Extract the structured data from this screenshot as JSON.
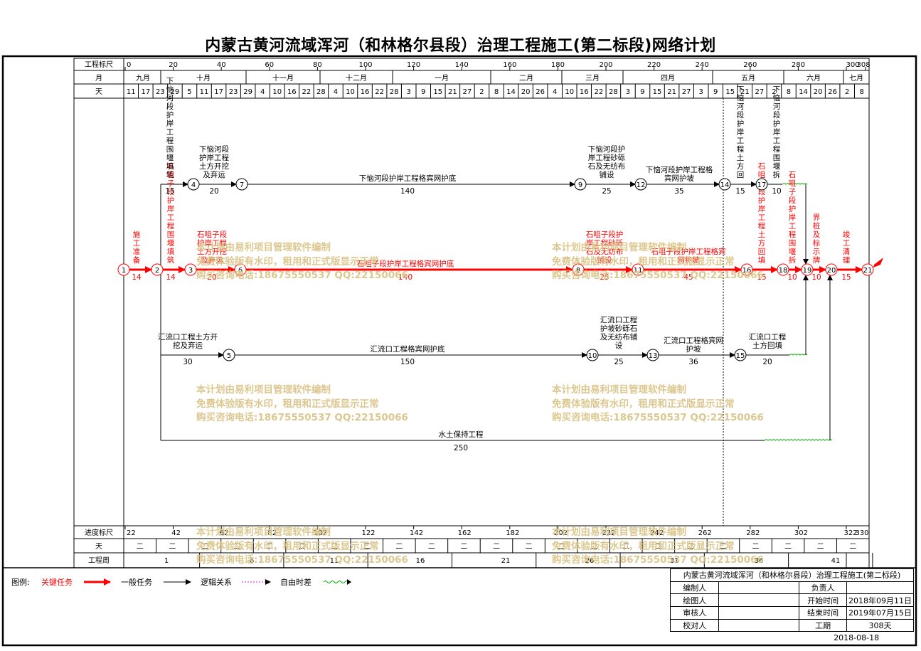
{
  "title": "内蒙古黄河流域浑河（和林格尔县段）治理工程施工(第二标段)网络计划",
  "labels": {
    "scale": "工程标尺",
    "month": "月",
    "day": "天",
    "progress": "进度标尺",
    "day2": "天",
    "week": "工程周"
  },
  "top_scale": [
    "0",
    "20",
    "40",
    "60",
    "80",
    "100",
    "120",
    "140",
    "160",
    "180",
    "200",
    "220",
    "240",
    "260",
    "280",
    "300",
    "308"
  ],
  "months": [
    "九月",
    "十月",
    "十一月",
    "十二月",
    "一月",
    "二月",
    "三月",
    "四月",
    "五月",
    "六月",
    "七月"
  ],
  "days": [
    "11",
    "17",
    "23",
    "29",
    "5",
    "11",
    "17",
    "23",
    "29",
    "4",
    "10",
    "16",
    "22",
    "28",
    "4",
    "10",
    "16",
    "22",
    "28",
    "3",
    "9",
    "15",
    "21",
    "27",
    "2",
    "8",
    "14",
    "20",
    "26",
    "4",
    "10",
    "16",
    "22",
    "28",
    "3",
    "9",
    "15",
    "21",
    "27",
    "3",
    "9",
    "15",
    "21",
    "27",
    "2",
    "8",
    "14",
    "20",
    "26",
    "2",
    "8"
  ],
  "progress_scale": [
    "22",
    "42",
    "62",
    "82",
    "102",
    "122",
    "142",
    "162",
    "182",
    "202",
    "222",
    "242",
    "262",
    "282",
    "302",
    "322",
    "330"
  ],
  "day2_marks": [
    "二",
    "二",
    "二",
    "二",
    "二",
    "二",
    "二",
    "二",
    "二",
    "二",
    "二",
    "二",
    "二",
    "二",
    "二",
    "二",
    "二",
    "二",
    "二",
    "二",
    "二",
    "二",
    "二"
  ],
  "weeks": [
    "1",
    "6",
    "11",
    "16",
    "21",
    "26",
    "31",
    "36",
    "41"
  ],
  "activities": [
    {
      "name": "施工准备",
      "duration": "14",
      "critical": true
    },
    {
      "name": "石咀子段护岸工程围堰填筑",
      "duration": "14",
      "critical": true
    },
    {
      "name": "石咀子段护岸工程土方开挖及弃运",
      "duration": "20",
      "critical": true
    },
    {
      "name": "石咀子段护岸工程格宾网护底",
      "duration": "140",
      "critical": true
    },
    {
      "name": "石咀子段护岸工程砂砾石及无纺布铺设",
      "duration": "25",
      "critical": true
    },
    {
      "name": "石咀子段护岸工程格宾网护坡",
      "duration": "45",
      "critical": true
    },
    {
      "name": "石咀子段护岸工程土方回填",
      "duration": "15",
      "critical": true
    },
    {
      "name": "石咀子段护岸工程围堰拆除",
      "duration": "10",
      "critical": true
    },
    {
      "name": "界桩及标示牌",
      "duration": "10",
      "critical": true
    },
    {
      "name": "竣工清理",
      "duration": "15",
      "critical": true
    },
    {
      "name": "下恼河段护岸工程围堰填筑",
      "duration": "15",
      "critical": false
    },
    {
      "name": "下恼河段护岸工程土方开挖及弃运",
      "duration": "20",
      "critical": false
    },
    {
      "name": "下恼河段护岸工程格宾网护底",
      "duration": "140",
      "critical": false
    },
    {
      "name": "下恼河段护岸工程砂砾石及无纺布铺设",
      "duration": "25",
      "critical": false
    },
    {
      "name": "下恼河段护岸工程格宾网护坡",
      "duration": "35",
      "critical": false
    },
    {
      "name": "下恼河段护岸工程土方回填",
      "duration": "15",
      "critical": false
    },
    {
      "name": "下恼河段护岸工程围堰拆除",
      "duration": "10",
      "critical": false
    },
    {
      "name": "汇流口工程土方开挖及弃运",
      "duration": "30",
      "critical": false
    },
    {
      "name": "汇流口工程格宾网护底",
      "duration": "150",
      "critical": false
    },
    {
      "name": "汇流口工程护坡砂砾石及无纺布铺设",
      "duration": "25",
      "critical": false
    },
    {
      "name": "汇流口工程格宾网护坡",
      "duration": "36",
      "critical": false
    },
    {
      "name": "汇流口工程土方回填",
      "duration": "20",
      "critical": false
    },
    {
      "name": "水土保持工程",
      "duration": "250",
      "critical": false
    }
  ],
  "nodes": [
    "1",
    "2",
    "3",
    "4",
    "5",
    "6",
    "7",
    "8",
    "9",
    "10",
    "11",
    "12",
    "13",
    "14",
    "15",
    "16",
    "17",
    "18",
    "19",
    "20",
    "21"
  ],
  "watermark": [
    "本计划由易利项目管理软件编制",
    "免费体验版有水印，租用和正式版显示正常",
    "购买咨询电话:18675550537 QQ:22150066"
  ],
  "legend": {
    "prefix": "图例:",
    "critical": "关键任务",
    "normal": "一般任务",
    "logic": "逻辑关系",
    "float": "自由时差"
  },
  "info": {
    "project": "内蒙古黄河流域浑河（和林格尔县段）治理工程施工(第二标段)",
    "editor_label": "编制人",
    "owner_label": "负责人",
    "drawer_label": "绘图人",
    "start_label": "开始时间",
    "start": "2018年09月11日",
    "reviewer_label": "审核人",
    "end_label": "结束时间",
    "end": "2019年07月15日",
    "checker_label": "校对人",
    "duration_label": "工期",
    "duration": "308天",
    "date": "2018-08-18"
  },
  "colors": {
    "critical": "#ff0000",
    "normal": "#000000",
    "logic": "#ff00ff",
    "float": "#00aa00",
    "watermark": "#d9c283"
  }
}
